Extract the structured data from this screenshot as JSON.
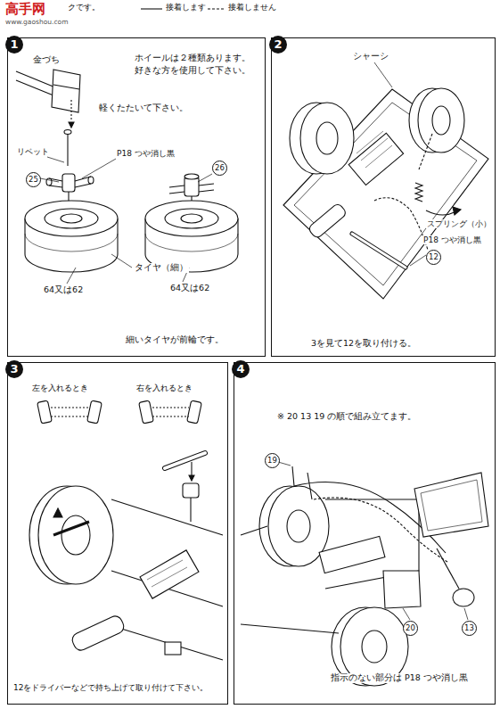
{
  "diagram": {
    "nodes": [
      {
        "text": [
          "1"
        ]
      },
      {
        "text": [
          "2"
        ]
      },
      {
        "text": [
          "3"
        ]
      },
      {
        "text": [
          "4"
        ]
      }
    ],
    "labels": [
      "高手网",
      "www.gaoshou.com",
      "クです。",
      "接着します",
      "接着しません",
      "金づち",
      "ホイールは２種類あります。",
      "好きな方を使用して下さい。",
      "軽くたたいて下さい。",
      "リベット",
      "P18 つや消し黒",
      "25",
      "26",
      "タイヤ（細）",
      "64又は62",
      "64又は62",
      "細いタイヤが前輪です。",
      "シャーシ",
      "スプリング（小）",
      "P18 つや消し黒",
      "12",
      "3を見て12を取り付ける。",
      "左を入れるとき",
      "右を入れるとき",
      "12をドライバーなどで持ち上げて取り付けて下さい。",
      "※ 20 13 19 の順で組み立てます。",
      "19",
      "20",
      "13",
      "指示のない部分は P18 つや消し黒"
    ]
  }
}
